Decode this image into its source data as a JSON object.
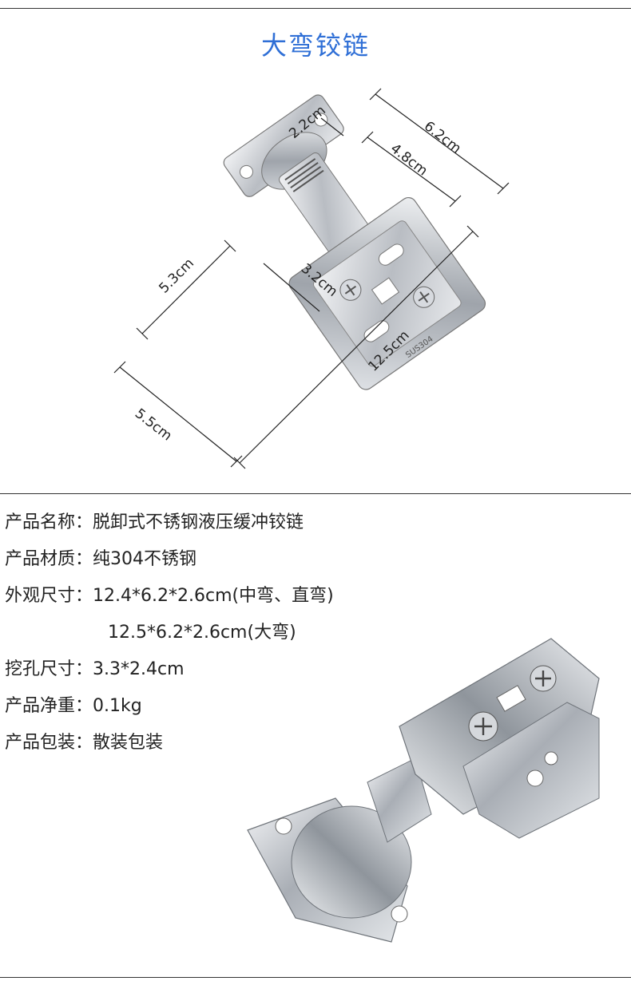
{
  "title": "大弯铰链",
  "dimensions": {
    "d1": "2.2cm",
    "d2": "6.2cm",
    "d3": "4.8cm",
    "d4": "5.3cm",
    "d5": "3.2cm",
    "d6": "12.5cm",
    "d7": "5.5cm"
  },
  "specs": [
    {
      "label": "产品名称：",
      "value": "脱卸式不锈钢液压缓冲铰链"
    },
    {
      "label": "产品材质：",
      "value": "纯304不锈钢"
    },
    {
      "label": "外观尺寸：",
      "value": "12.4*6.2*2.6cm(中弯、直弯)"
    },
    {
      "label": "",
      "value": "12.5*6.2*2.6cm(大弯)"
    },
    {
      "label": "挖孔尺寸：",
      "value": "3.3*2.4cm"
    },
    {
      "label": "产品净重：",
      "value": "0.1kg"
    },
    {
      "label": "产品包装：",
      "value": "散装包装"
    }
  ],
  "icons": {
    "diagram": "hinge-diagram-icon",
    "photo": "hinge-photo-icon"
  },
  "colors": {
    "title": "#2f6fd6",
    "rule": "#333333",
    "metal": "#c9ccd1"
  }
}
